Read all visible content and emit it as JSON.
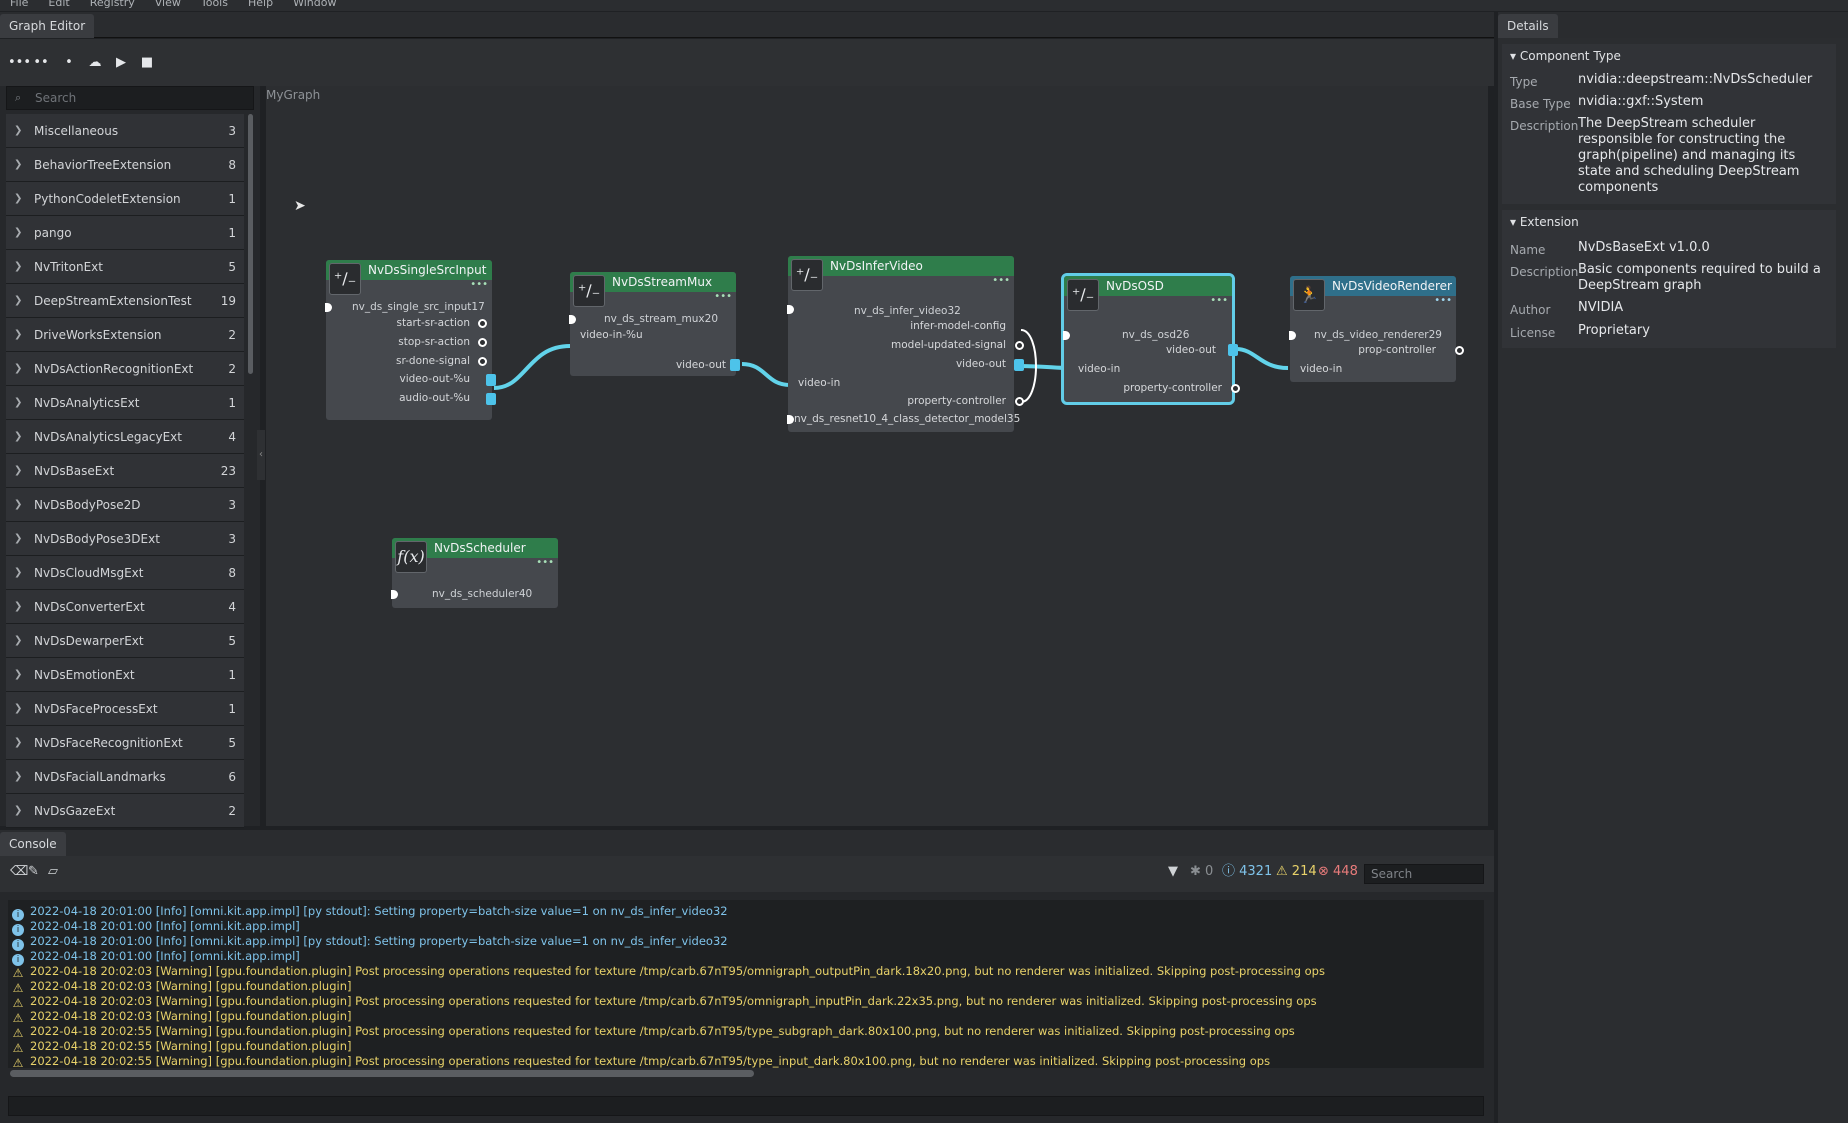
{
  "menu": [
    "File",
    "Edit",
    "Registry",
    "View",
    "Tools",
    "Help",
    "Window"
  ],
  "graph_editor": {
    "tab": "Graph Editor",
    "search_placeholder": "Search",
    "canvas_title": "MyGraph",
    "extensions": [
      {
        "name": "Miscellaneous",
        "count": "3"
      },
      {
        "name": "BehaviorTreeExtension",
        "count": "8"
      },
      {
        "name": "PythonCodeletExtension",
        "count": "1"
      },
      {
        "name": "pango",
        "count": "1"
      },
      {
        "name": "NvTritonExt",
        "count": "5"
      },
      {
        "name": "DeepStreamExtensionTest",
        "count": "19"
      },
      {
        "name": "DriveWorksExtension",
        "count": "2"
      },
      {
        "name": "NvDsActionRecognitionExt",
        "count": "2"
      },
      {
        "name": "NvDsAnalyticsExt",
        "count": "1"
      },
      {
        "name": "NvDsAnalyticsLegacyExt",
        "count": "4"
      },
      {
        "name": "NvDsBaseExt",
        "count": "23"
      },
      {
        "name": "NvDsBodyPose2D",
        "count": "3"
      },
      {
        "name": "NvDsBodyPose3DExt",
        "count": "3"
      },
      {
        "name": "NvDsCloudMsgExt",
        "count": "8"
      },
      {
        "name": "NvDsConverterExt",
        "count": "4"
      },
      {
        "name": "NvDsDewarperExt",
        "count": "5"
      },
      {
        "name": "NvDsEmotionExt",
        "count": "1"
      },
      {
        "name": "NvDsFaceProcessExt",
        "count": "1"
      },
      {
        "name": "NvDsFaceRecognitionExt",
        "count": "5"
      },
      {
        "name": "NvDsFacialLandmarks",
        "count": "6"
      },
      {
        "name": "NvDsGazeExt",
        "count": "2"
      }
    ],
    "nodes": {
      "src": {
        "title": "NvDsSingleSrcInput",
        "instance": "nv_ds_single_src_input17",
        "ports": [
          "start-sr-action",
          "stop-sr-action",
          "sr-done-signal",
          "video-out-%u",
          "audio-out-%u"
        ]
      },
      "mux": {
        "title": "NvDsStreamMux",
        "instance": "nv_ds_stream_mux20",
        "in_port": "video-in-%u",
        "out_port": "video-out"
      },
      "infer": {
        "title": "NvDsInferVideo",
        "instance": "nv_ds_infer_video32",
        "ports": [
          "infer-model-config",
          "model-updated-signal",
          "video-out",
          "property-controller"
        ],
        "in_port": "video-in",
        "model": "nv_ds_resnet10_4_class_detector_model35"
      },
      "osd": {
        "title": "NvDsOSD",
        "instance": "nv_ds_osd26",
        "out_port": "video-out",
        "in_port": "video-in",
        "ctrl_port": "property-controller"
      },
      "renderer": {
        "title": "NvDsVideoRenderer",
        "instance": "nv_ds_video_renderer29",
        "ctrl_port": "prop-controller",
        "in_port": "video-in"
      },
      "scheduler": {
        "title": "NvDsScheduler",
        "instance": "nv_ds_scheduler40"
      }
    }
  },
  "details": {
    "tab": "Details",
    "component": {
      "header": "Component Type",
      "type_label": "Type",
      "type_value": "nvidia::deepstream::NvDsScheduler",
      "base_label": "Base Type",
      "base_value": "nvidia::gxf::System",
      "desc_label": "Description",
      "desc_value": "The DeepStream scheduler responsible for constructing the graph(pipeline) and managing its state and scheduling DeepStream components"
    },
    "extension": {
      "header": "Extension",
      "name_label": "Name",
      "name_value": "NvDsBaseExt v1.0.0",
      "desc_label": "Description",
      "desc_value": "Basic components required to build a DeepStream graph",
      "author_label": "Author",
      "author_value": "NVIDIA",
      "license_label": "License",
      "license_value": "Proprietary"
    }
  },
  "console": {
    "tab": "Console",
    "counts": {
      "filtered": "0",
      "info": "4321",
      "warn": "214",
      "error": "448"
    },
    "search_placeholder": "Search",
    "lines": [
      {
        "level": "info",
        "text": "2022-04-18 20:01:00  [Info] [omni.kit.app.impl] [py stdout]: Setting property=batch-size value=1 on nv_ds_infer_video32"
      },
      {
        "level": "info",
        "text": "2022-04-18 20:01:00  [Info] [omni.kit.app.impl]"
      },
      {
        "level": "info",
        "text": "2022-04-18 20:01:00  [Info] [omni.kit.app.impl] [py stdout]: Setting property=batch-size value=1 on nv_ds_infer_video32"
      },
      {
        "level": "info",
        "text": "2022-04-18 20:01:00  [Info] [omni.kit.app.impl]"
      },
      {
        "level": "warn",
        "text": "2022-04-18 20:02:03  [Warning] [gpu.foundation.plugin] Post processing operations requested for texture /tmp/carb.67nT95/omnigraph_outputPin_dark.18x20.png, but no renderer was initialized. Skipping post-processing ops"
      },
      {
        "level": "warn",
        "text": "2022-04-18 20:02:03  [Warning] [gpu.foundation.plugin]"
      },
      {
        "level": "warn",
        "text": "2022-04-18 20:02:03  [Warning] [gpu.foundation.plugin] Post processing operations requested for texture /tmp/carb.67nT95/omnigraph_inputPin_dark.22x35.png, but no renderer was initialized. Skipping post-processing ops"
      },
      {
        "level": "warn",
        "text": "2022-04-18 20:02:03  [Warning] [gpu.foundation.plugin]"
      },
      {
        "level": "warn",
        "text": "2022-04-18 20:02:55  [Warning] [gpu.foundation.plugin] Post processing operations requested for texture /tmp/carb.67nT95/type_subgraph_dark.80x100.png, but no renderer was initialized. Skipping post-processing ops"
      },
      {
        "level": "warn",
        "text": "2022-04-18 20:02:55  [Warning] [gpu.foundation.plugin]"
      },
      {
        "level": "warn",
        "text": "2022-04-18 20:02:55  [Warning] [gpu.foundation.plugin] Post processing operations requested for texture /tmp/carb.67nT95/type_input_dark.80x100.png, but no renderer was initialized. Skipping post-processing ops"
      }
    ]
  }
}
